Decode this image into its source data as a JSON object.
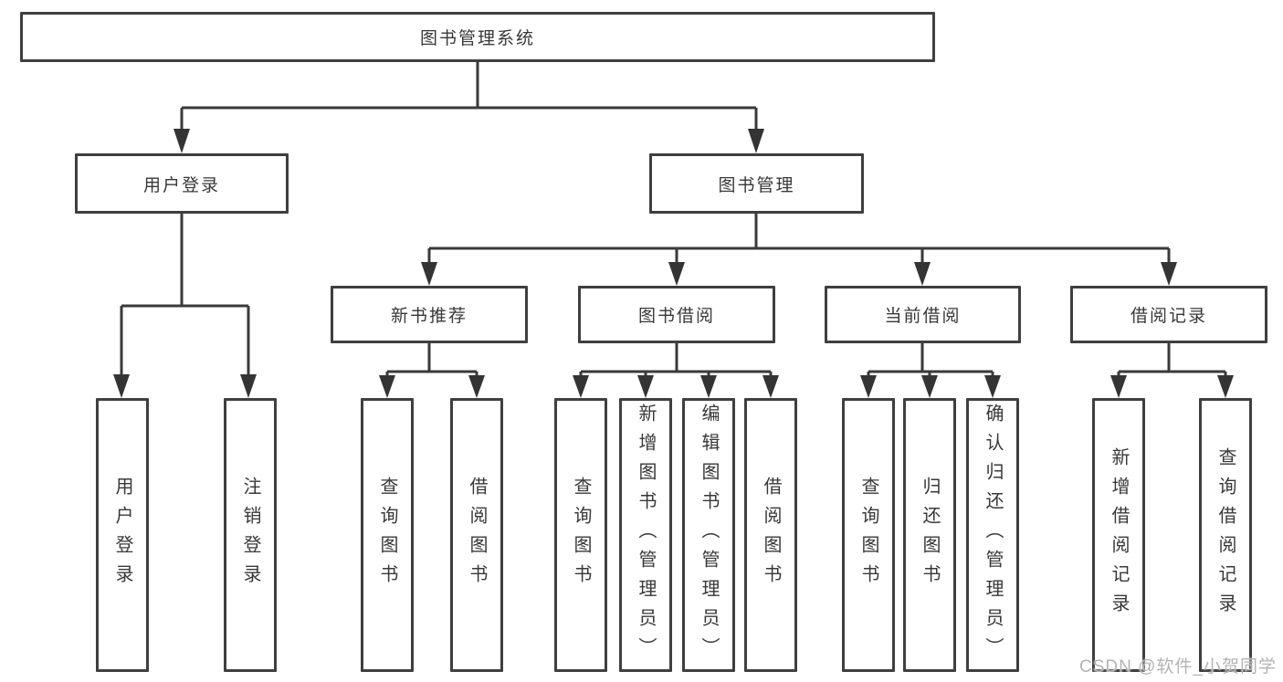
{
  "diagram": {
    "root": {
      "label": "图书管理系统"
    },
    "branches": [
      {
        "label": "用户登录",
        "children": [
          {
            "label": "用户登录"
          },
          {
            "label": "注销登录"
          }
        ]
      },
      {
        "label": "图书管理",
        "sections": [
          {
            "label": "新书推荐",
            "children": [
              {
                "label": "查询图书"
              },
              {
                "label": "借阅图书"
              }
            ]
          },
          {
            "label": "图书借阅",
            "children": [
              {
                "label": "查询图书"
              },
              {
                "label": "新增图书（管理员）"
              },
              {
                "label": "编辑图书（管理员）"
              },
              {
                "label": "借阅图书"
              }
            ]
          },
          {
            "label": "当前借阅",
            "children": [
              {
                "label": "查询图书"
              },
              {
                "label": "归还图书"
              },
              {
                "label": "确认归还（管理员）"
              }
            ]
          },
          {
            "label": "借阅记录",
            "children": [
              {
                "label": "新增借阅记录"
              },
              {
                "label": "查询借阅记录"
              }
            ]
          }
        ]
      }
    ]
  },
  "watermark": "CSDN @软件_小贺同学",
  "colors": {
    "line": "#3a3a3a",
    "box_border": "#3f3f3f",
    "text": "#383838",
    "watermark": "#b3b3b3",
    "background": "#ffffff"
  }
}
